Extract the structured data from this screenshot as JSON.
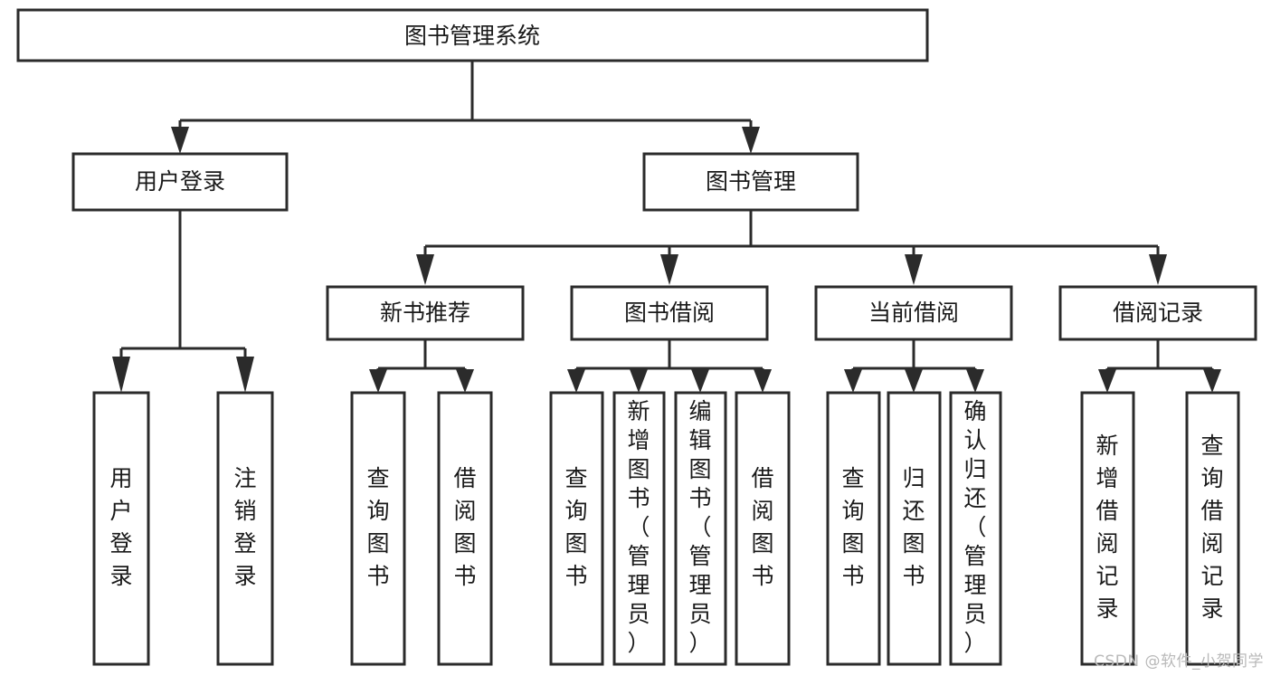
{
  "diagram": {
    "type": "tree",
    "title": "图书管理系统",
    "orientation": "top-down",
    "watermark": "CSDN @软件_小贺同学",
    "style": {
      "box_fill": "#ffffff",
      "box_stroke": "#2b2b2b",
      "text_color": "#1a1a1a",
      "background": "#ffffff",
      "watermark_color": "#b9b9b9"
    },
    "root": {
      "id": "root",
      "label": "图书管理系统",
      "text_orientation": "horizontal"
    },
    "level2": [
      {
        "id": "user-login",
        "label": "用户登录",
        "text_orientation": "horizontal"
      },
      {
        "id": "book-manage",
        "label": "图书管理",
        "text_orientation": "horizontal"
      }
    ],
    "level3": [
      {
        "id": "new-book-rec",
        "label": "新书推荐",
        "parent": "book-manage",
        "text_orientation": "horizontal"
      },
      {
        "id": "book-borrow",
        "label": "图书借阅",
        "parent": "book-manage",
        "text_orientation": "horizontal"
      },
      {
        "id": "current-borrow",
        "label": "当前借阅",
        "parent": "book-manage",
        "text_orientation": "horizontal"
      },
      {
        "id": "borrow-record",
        "label": "借阅记录",
        "parent": "book-manage",
        "text_orientation": "horizontal"
      }
    ],
    "leaves": [
      {
        "id": "leaf-user-login",
        "label": "用户登录",
        "parent": "user-login",
        "text_orientation": "vertical"
      },
      {
        "id": "leaf-logout-login",
        "label": "注销登录",
        "parent": "user-login",
        "text_orientation": "vertical"
      },
      {
        "id": "leaf-query-book-1",
        "label": "查询图书",
        "parent": "new-book-rec",
        "text_orientation": "vertical"
      },
      {
        "id": "leaf-borrow-book-1",
        "label": "借阅图书",
        "parent": "new-book-rec",
        "text_orientation": "vertical"
      },
      {
        "id": "leaf-query-book-2",
        "label": "查询图书",
        "parent": "book-borrow",
        "text_orientation": "vertical"
      },
      {
        "id": "leaf-add-book",
        "label": "新增图书（管理员）",
        "parent": "book-borrow",
        "text_orientation": "vertical"
      },
      {
        "id": "leaf-edit-book",
        "label": "编辑图书（管理员）",
        "parent": "book-borrow",
        "text_orientation": "vertical"
      },
      {
        "id": "leaf-borrow-book-2",
        "label": "借阅图书",
        "parent": "book-borrow",
        "text_orientation": "vertical"
      },
      {
        "id": "leaf-query-book-3",
        "label": "查询图书",
        "parent": "current-borrow",
        "text_orientation": "vertical"
      },
      {
        "id": "leaf-return-book",
        "label": "归还图书",
        "parent": "current-borrow",
        "text_orientation": "vertical"
      },
      {
        "id": "leaf-confirm-return",
        "label": "确认归还（管理员）",
        "parent": "current-borrow",
        "text_orientation": "vertical"
      },
      {
        "id": "leaf-add-record",
        "label": "新增借阅记录",
        "parent": "borrow-record",
        "text_orientation": "vertical"
      },
      {
        "id": "leaf-query-record",
        "label": "查询借阅记录",
        "parent": "borrow-record",
        "text_orientation": "vertical"
      }
    ]
  }
}
